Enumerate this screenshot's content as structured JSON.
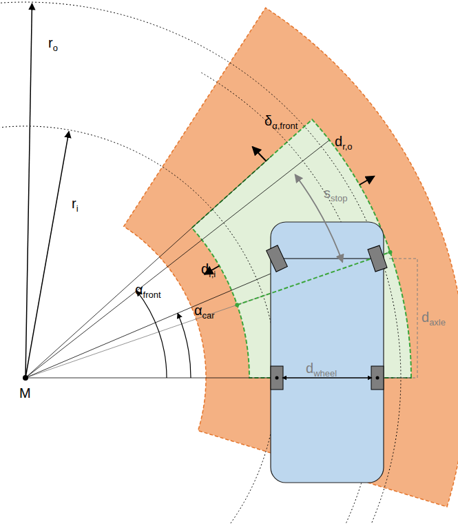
{
  "diagram": {
    "labels": [
      "ro",
      "ri",
      "δα,front",
      "dr,o",
      "dr,i",
      "sstop",
      "αfront",
      "αcar",
      "daxle",
      "dwheel",
      "M"
    ]
  }
}
